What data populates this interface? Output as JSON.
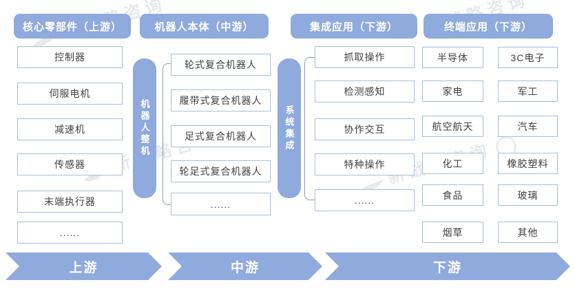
{
  "watermark": {
    "text": "新战略咨询"
  },
  "colors": {
    "accent": "#8FAADC",
    "box_border": "#A6BDDE",
    "bracket_line": "#8A9BB8",
    "item_text": "#404040",
    "header_text": "#FFFFFF"
  },
  "sections": [
    {
      "header": "核心零部件（上游）",
      "items": [
        "控制器",
        "伺服电机",
        "减速机",
        "传感器",
        "末端执行器",
        "......"
      ]
    },
    {
      "header": "机器人本体（中游）",
      "side_label": "机器人整机",
      "items": [
        "轮式复合机器人",
        "履带式复合机器人",
        "足式复合机器人",
        "轮足式复合机器人",
        "......"
      ]
    },
    {
      "header": "集成应用（下游）",
      "side_label": "系统集成",
      "items": [
        "抓取操作",
        "检测感知",
        "协作交互",
        "特种操作",
        "......"
      ]
    },
    {
      "header": "终端应用（下游）",
      "columns": [
        [
          "半导体",
          "家电",
          "航空航天",
          "化工",
          "食品",
          "烟草"
        ],
        [
          "3C电子",
          "军工",
          "汽车",
          "橡胶塑料",
          "玻璃",
          "其他"
        ]
      ]
    }
  ],
  "flow_arrows": [
    "上游",
    "中游",
    "下游"
  ]
}
